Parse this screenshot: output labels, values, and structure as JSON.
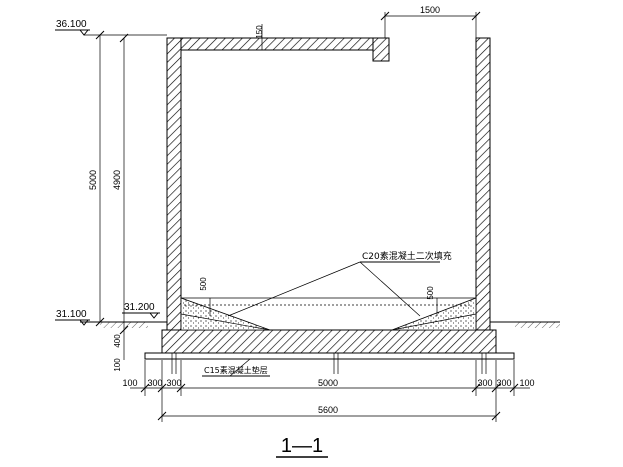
{
  "section": {
    "title": "1—1"
  },
  "elevations": {
    "top": "36.100",
    "bottom": "31.100",
    "floor": "31.200"
  },
  "dimensions": {
    "height_total": "5000",
    "height_inner": "4900",
    "top_slab": "150",
    "opening_width": "1500",
    "fill_height_left": "500",
    "fill_height_right": "500",
    "slab_400": "400",
    "base_100": "100",
    "bottom_left_100": "100",
    "bottom_left_300a": "300",
    "bottom_left_300b": "300",
    "bottom_mid": "5000",
    "bottom_right_300a": "300",
    "bottom_right_300b": "300",
    "bottom_right_100": "100",
    "overall_width": "5600"
  },
  "notes": {
    "fill_note": "C20素混凝土二次填充",
    "base_note": "C15素混凝土垫层"
  }
}
